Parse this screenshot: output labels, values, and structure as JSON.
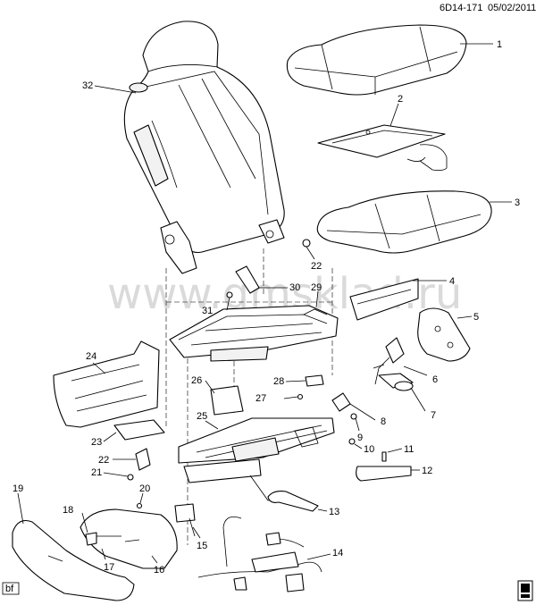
{
  "header": {
    "code": "6D14-171",
    "date": "05/02/2011"
  },
  "watermark": "www.gmsklad.ru",
  "footer_tag": "bf",
  "callouts": [
    "1",
    "2",
    "3",
    "4",
    "5",
    "6",
    "7",
    "8",
    "9",
    "10",
    "11",
    "12",
    "13",
    "14",
    "15",
    "16",
    "17",
    "18",
    "19",
    "20",
    "21",
    "22",
    "22",
    "23",
    "24",
    "25",
    "26",
    "27",
    "28",
    "29",
    "30",
    "31",
    "32"
  ]
}
